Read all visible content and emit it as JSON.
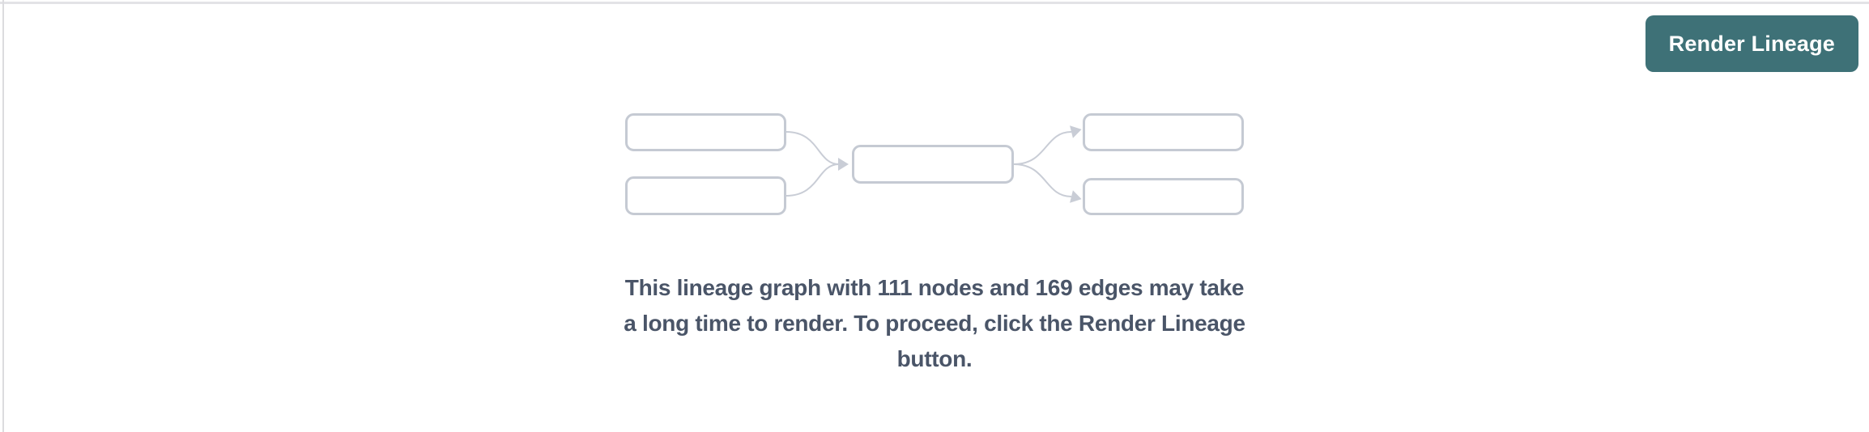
{
  "header": {
    "render_button_label": "Render Lineage"
  },
  "placeholder": {
    "node_count": "111",
    "edge_count": "169",
    "message_lines": [
      "This lineage graph with 111 nodes and 169 edges may take",
      "a long time to render. To proceed, click the Render Lineage",
      "button."
    ]
  },
  "colors": {
    "button_bg": "#3e7177",
    "button_text": "#ffffff",
    "message_text": "#4a5568",
    "graphic_stroke": "#c5cad3",
    "top_border": "#e3e3e6",
    "left_border": "#dcdcdf"
  }
}
